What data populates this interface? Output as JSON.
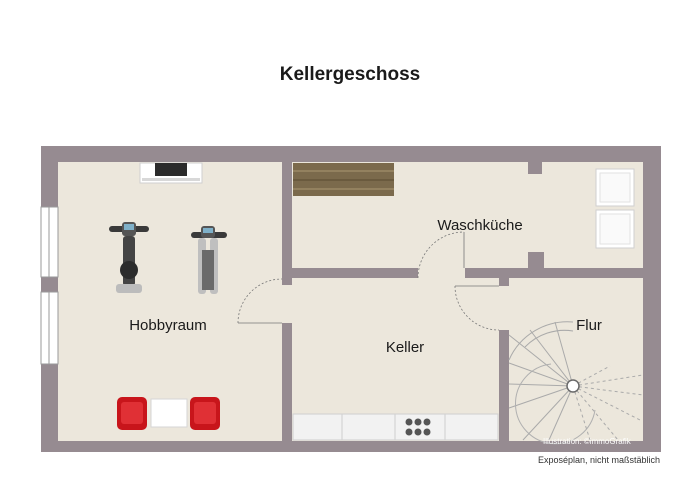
{
  "title": "Kellergeschoss",
  "rooms": {
    "hobbyraum": "Hobbyraum",
    "waschkueche": "Waschküche",
    "keller": "Keller",
    "flur": "Flur"
  },
  "credit": "Illustration: ©immoGrafik",
  "note": "Exposéplan, nicht maßstäblich",
  "colors": {
    "wall": "#968b91",
    "floor": "#ece7dc",
    "chair": "#c8151b",
    "shelf": "#7b6a4c"
  }
}
